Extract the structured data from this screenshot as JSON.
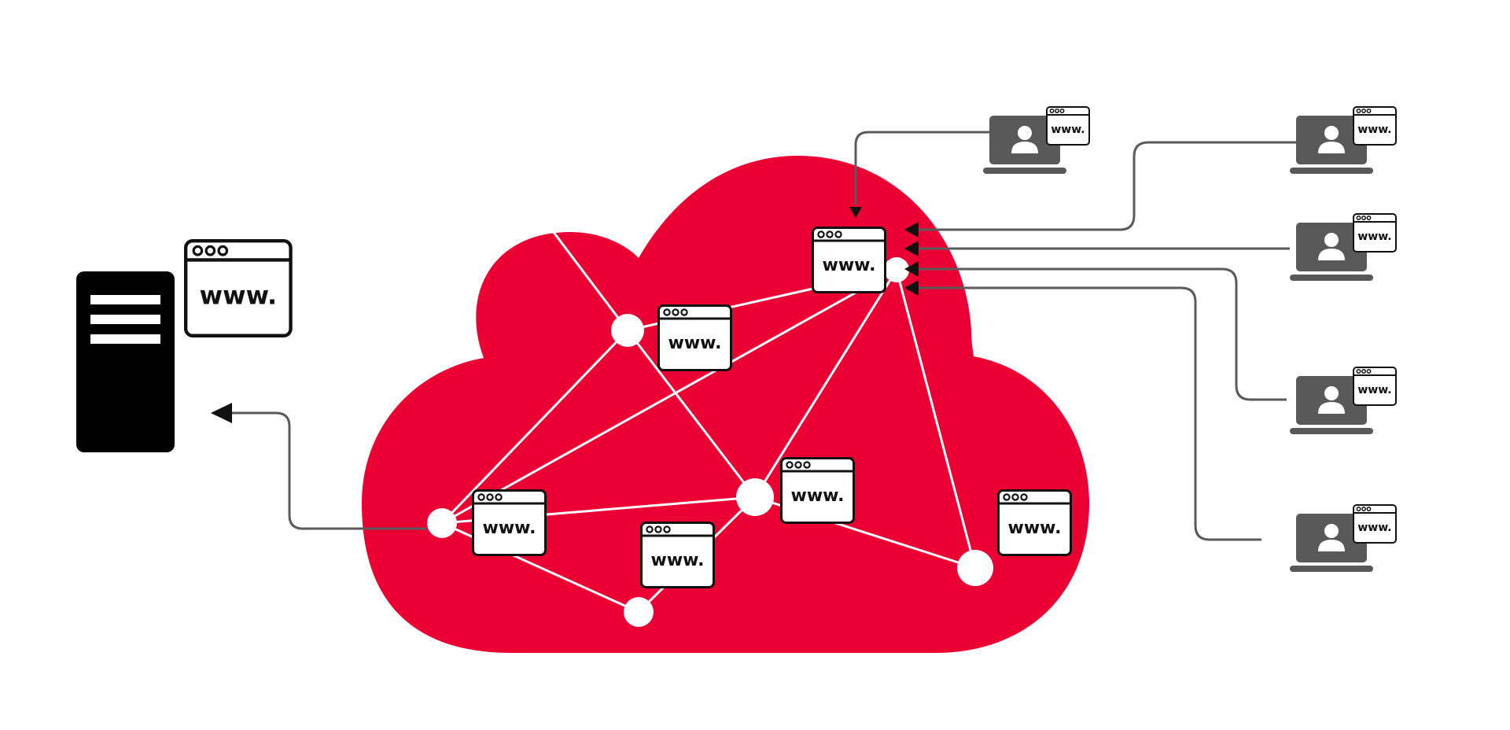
{
  "colors": {
    "cloud": "#ea0033",
    "ink": "#111111",
    "laptop": "#595959",
    "connector": "#5a5a5a",
    "link": "#ffffff"
  },
  "icons": {
    "server": "server-icon",
    "browser": "browser-window-icon",
    "laptop": "laptop-user-icon",
    "node": "network-node-icon"
  },
  "browser_label": "www.",
  "server_browser_label": "www.",
  "laptop_browser_label": "www."
}
